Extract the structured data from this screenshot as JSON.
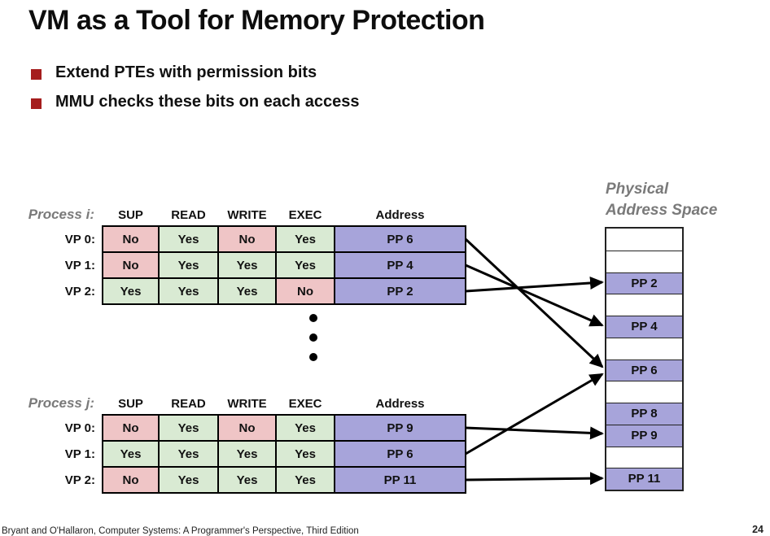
{
  "slide": {
    "title": "VM as a Tool for Memory Protection",
    "bullets": [
      "Extend PTEs with permission bits",
      "MMU checks these bits on each access"
    ],
    "footer": "Bryant and O'Hallaron, Computer Systems: A Programmer's Perspective, Third Edition",
    "page_number": "24"
  },
  "columns": [
    "SUP",
    "READ",
    "WRITE",
    "EXEC",
    "Address"
  ],
  "tables": [
    {
      "process_label": "Process i:",
      "rows": [
        {
          "label": "VP 0:",
          "perms": [
            "No",
            "Yes",
            "No",
            "Yes"
          ],
          "address": "PP 6"
        },
        {
          "label": "VP 1:",
          "perms": [
            "No",
            "Yes",
            "Yes",
            "Yes"
          ],
          "address": "PP 4"
        },
        {
          "label": "VP 2:",
          "perms": [
            "Yes",
            "Yes",
            "Yes",
            "No"
          ],
          "address": "PP 2"
        }
      ]
    },
    {
      "process_label": "Process j:",
      "rows": [
        {
          "label": "VP 0:",
          "perms": [
            "No",
            "Yes",
            "No",
            "Yes"
          ],
          "address": "PP 9"
        },
        {
          "label": "VP 1:",
          "perms": [
            "Yes",
            "Yes",
            "Yes",
            "Yes"
          ],
          "address": "PP 6"
        },
        {
          "label": "VP 2:",
          "perms": [
            "No",
            "Yes",
            "Yes",
            "Yes"
          ],
          "address": "PP 11"
        }
      ]
    }
  ],
  "physical": {
    "label_line1": "Physical",
    "label_line2": "Address Space",
    "cells": [
      "",
      "",
      "PP 2",
      "",
      "PP 4",
      "",
      "PP 6",
      "",
      "PP 8",
      "PP 9",
      "",
      "PP 11"
    ]
  },
  "mappings": [
    {
      "from": "Process i VP 0",
      "to": "PP 6"
    },
    {
      "from": "Process i VP 1",
      "to": "PP 4"
    },
    {
      "from": "Process i VP 2",
      "to": "PP 2"
    },
    {
      "from": "Process j VP 0",
      "to": "PP 9"
    },
    {
      "from": "Process j VP 1",
      "to": "PP 6"
    },
    {
      "from": "Process j VP 2",
      "to": "PP 11"
    }
  ],
  "colors": {
    "bullet_square": "#a51d1d",
    "yes_cell": "#d9ead3",
    "no_cell": "#efc5c6",
    "address_cell": "#a7a4da",
    "label_gray": "#7a7a7a"
  }
}
